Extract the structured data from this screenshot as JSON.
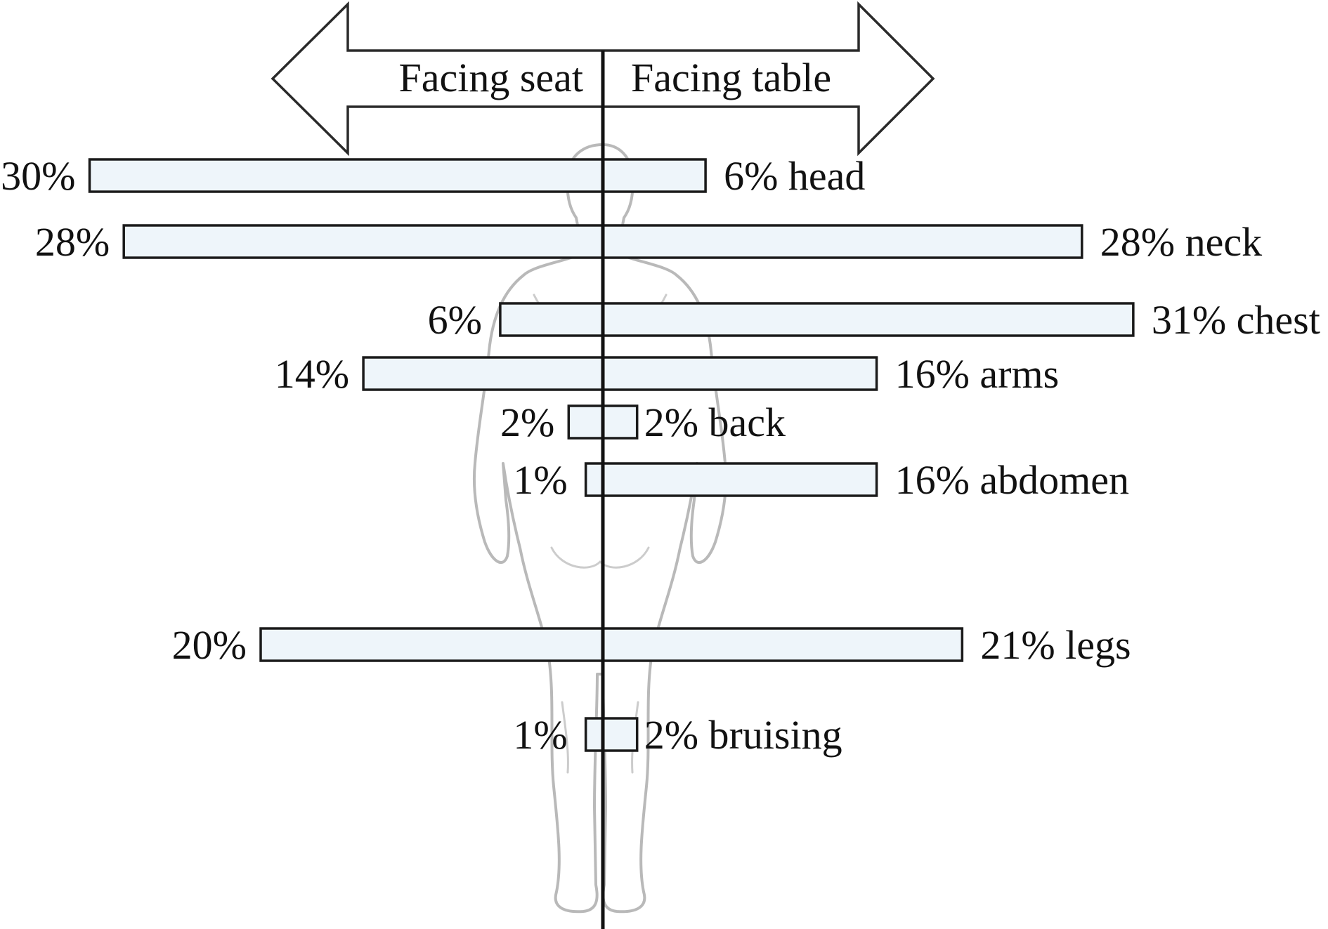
{
  "chart_data": {
    "type": "bar",
    "orientation": "horizontal-diverging",
    "direction_labels": {
      "left": "Facing seat",
      "right": "Facing table"
    },
    "unit": "%",
    "categories": [
      "head",
      "neck",
      "chest",
      "arms",
      "back",
      "abdomen",
      "legs",
      "bruising"
    ],
    "series": [
      {
        "name": "Facing seat",
        "values": [
          30,
          28,
          6,
          14,
          2,
          1,
          20,
          1
        ]
      },
      {
        "name": "Facing table",
        "values": [
          6,
          28,
          31,
          16,
          2,
          16,
          21,
          2
        ]
      }
    ],
    "left_value_labels": [
      "30%",
      "28%",
      "6%",
      "14%",
      "2%",
      "1%",
      "20%",
      "1%"
    ],
    "right_value_labels": [
      "6% head",
      "28% neck",
      "31% chest",
      "16% arms",
      "2% back",
      "16% abdomen",
      "21% legs",
      "2% bruising"
    ],
    "background_figure": "human-body-outline-icon",
    "colors": {
      "bar_fill": "#eef5fa",
      "bar_stroke": "#1a1a1a",
      "body": "#b9b9b9"
    }
  }
}
